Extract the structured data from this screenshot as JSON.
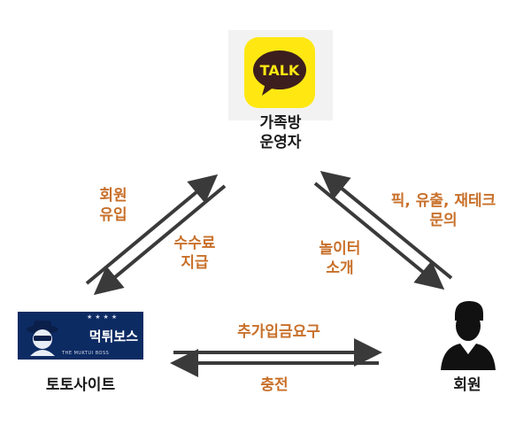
{
  "nodes": {
    "kakao": {
      "logo_text": "TALK",
      "label_line1": "가족방",
      "label_line2": "운영자"
    },
    "toto": {
      "brand_text": "먹튀보스",
      "brand_sub": "THE MUKTUI BOSS",
      "label": "토토사이트"
    },
    "member": {
      "label": "회원"
    }
  },
  "edges": {
    "toto_to_kakao": {
      "line1": "회원",
      "line2": "유입"
    },
    "kakao_to_toto": {
      "line1": "수수료",
      "line2": "지급"
    },
    "kakao_to_member": {
      "line1": "놀이터",
      "line2": "소개"
    },
    "member_to_kakao": {
      "line1": "픽, 유출, 재테크",
      "line2": "문의"
    },
    "toto_to_member": {
      "label": "추가입금요구"
    },
    "member_to_toto": {
      "label": "충전"
    }
  },
  "colors": {
    "edge_label": "#c8702a",
    "arrow": "#3a3a3a",
    "kakao_yellow": "#ffe812",
    "kakao_bubble": "#3c1e1e",
    "toto_navy": "#0d2b63"
  }
}
